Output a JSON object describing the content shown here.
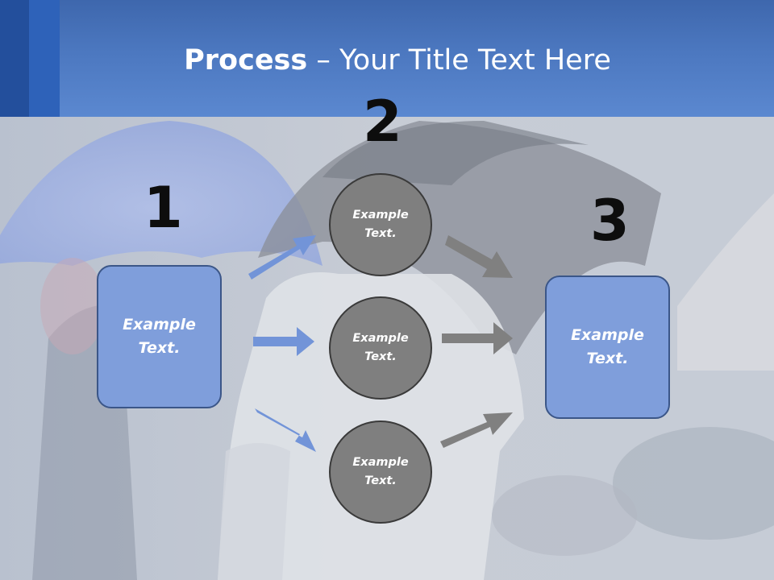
{
  "slide": {
    "title_bold": "Process",
    "title_rest": " – Your Title Text Here"
  },
  "steps": [
    {
      "number": "1"
    },
    {
      "number": "2"
    },
    {
      "number": "3"
    }
  ],
  "input_box": {
    "line1": "Example",
    "line2": "Text."
  },
  "circles": [
    {
      "line1": "Example",
      "line2": "Text."
    },
    {
      "line1": "Example",
      "line2": "Text."
    },
    {
      "line1": "Example",
      "line2": "Text."
    }
  ],
  "output_box": {
    "line1": "Example",
    "line2": "Text."
  },
  "colors": {
    "header": "#4c78c0",
    "box_fill": "#7f9edb",
    "circle_fill": "#7f7f7f",
    "blue_arrow": "#7294d8",
    "gray_arrow": "#808080"
  }
}
